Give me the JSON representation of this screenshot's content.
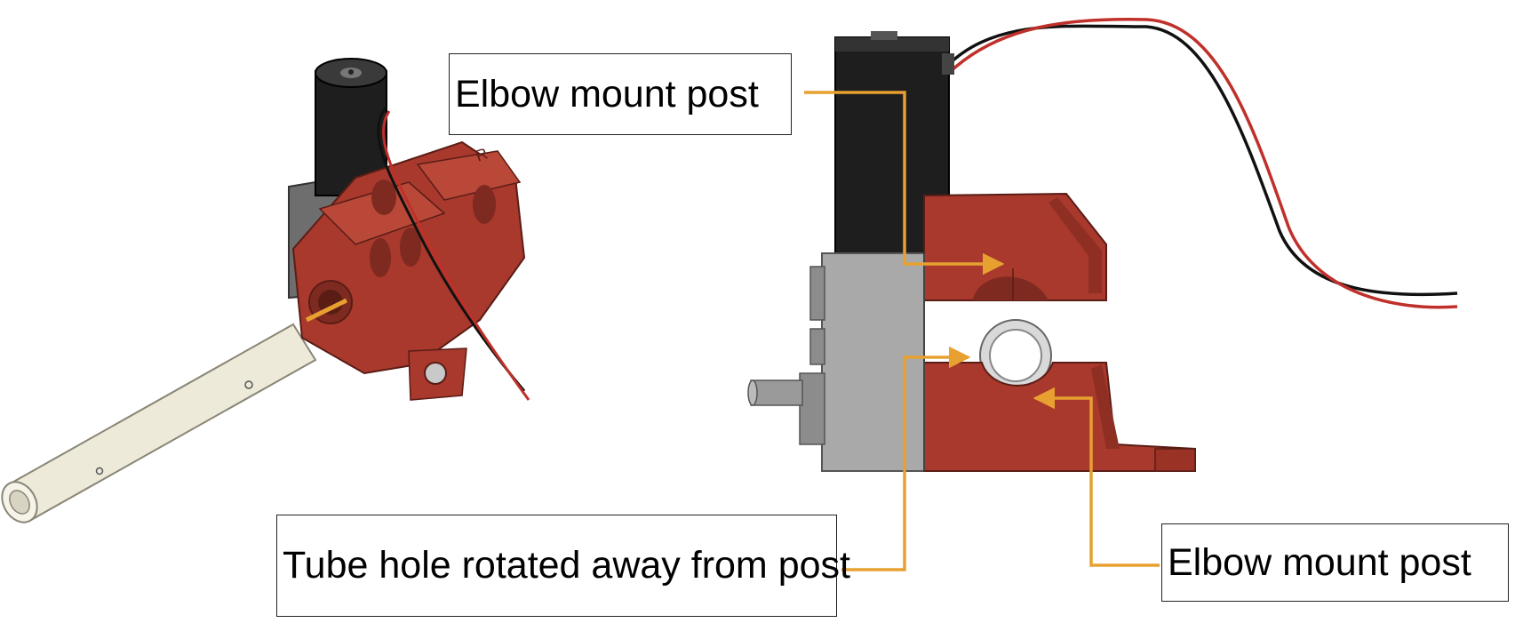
{
  "labels": {
    "top_post": "Elbow mount post",
    "tube_hole": "Tube hole rotated away from post",
    "bottom_post": "Elbow mount post"
  },
  "colors": {
    "arrow": "#E8A030",
    "printed_part": "#A8392C",
    "printed_part_dark": "#7E2A20",
    "motor_body": "#1E1E1E",
    "gearbox": "#A9A9A9",
    "tube": "#EEEADA",
    "wire_red": "#C0302A",
    "wire_black": "#111111"
  }
}
